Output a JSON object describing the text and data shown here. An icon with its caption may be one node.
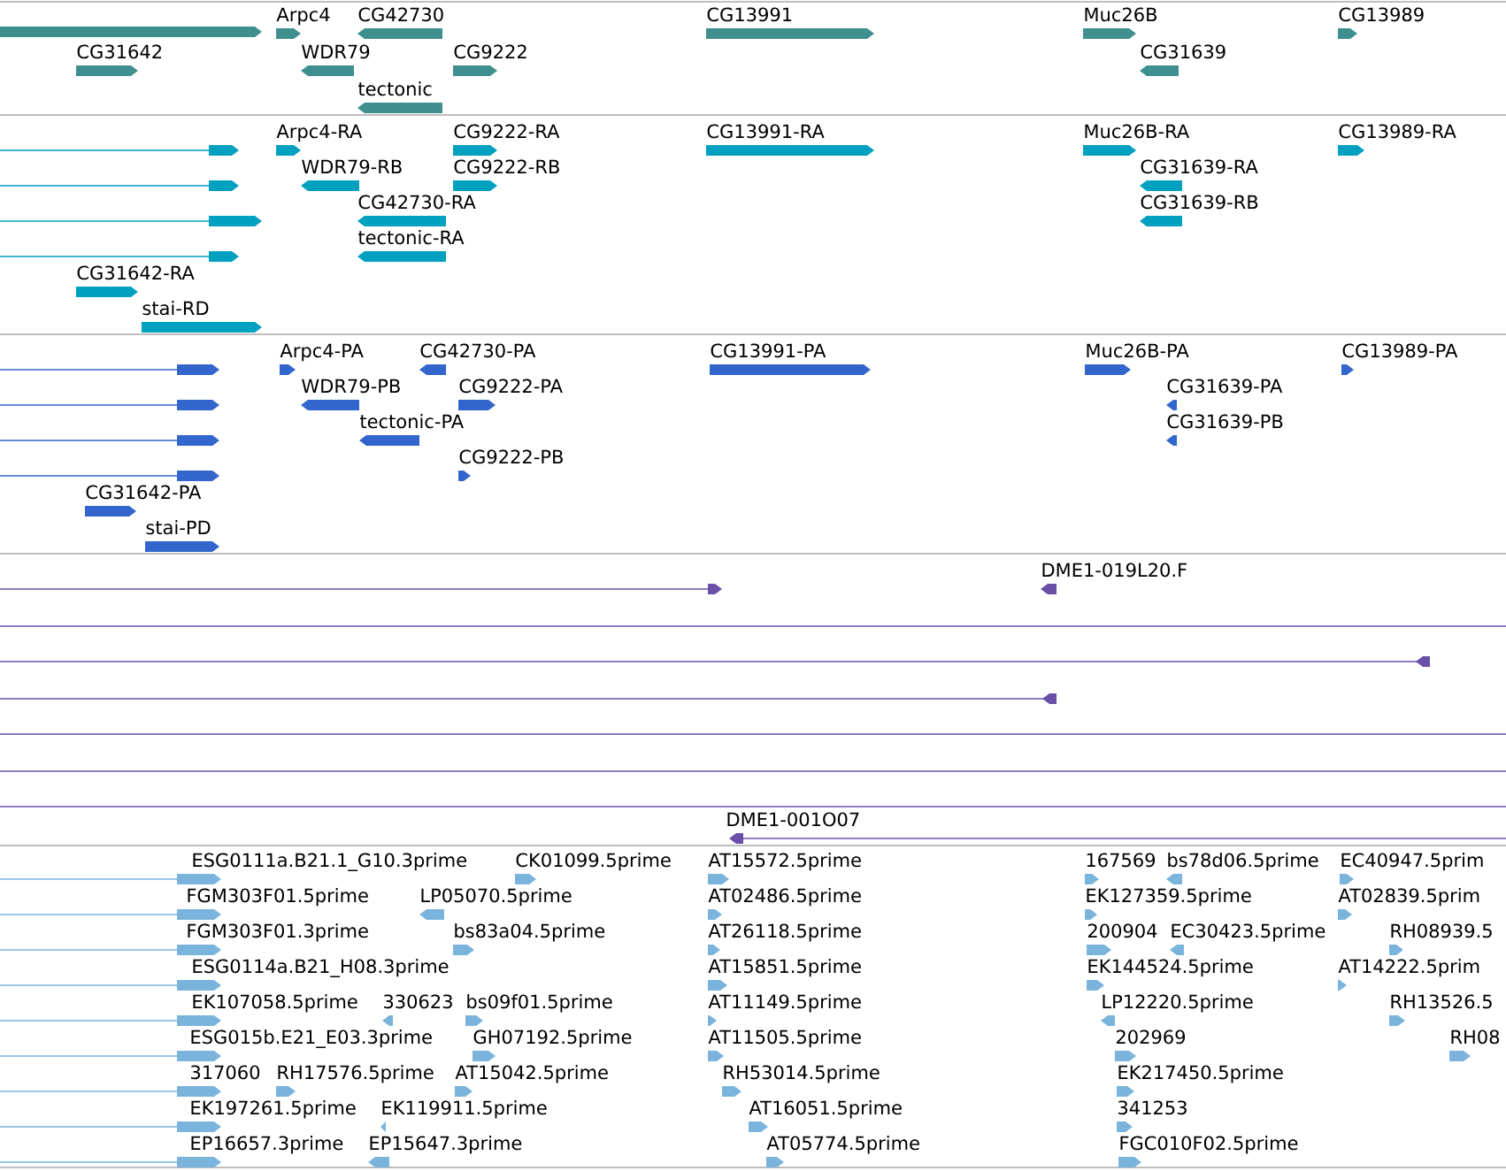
{
  "diagram": {
    "labels": [
      "Arpc4",
      "CG42730",
      "CG13991",
      "Muc26B",
      "CG13989",
      "CG31642",
      "WDR79",
      "CG9222",
      "CG31639",
      "tectonic",
      "Arpc4-RA",
      "CG9222-RA",
      "CG13991-RA",
      "Muc26B-RA",
      "CG13989-RA",
      "WDR79-RB",
      "CG9222-RB",
      "CG31639-RA",
      "CG42730-RA",
      "CG31639-RB",
      "tectonic-RA",
      "CG31642-RA",
      "stai-RD",
      "Arpc4-PA",
      "CG42730-PA",
      "CG13991-PA",
      "Muc26B-PA",
      "CG13989-PA",
      "WDR79-PB",
      "CG9222-PA",
      "CG31639-PA",
      "tectonic-PA",
      "CG31639-PB",
      "CG9222-PB",
      "CG31642-PA",
      "stai-PD",
      "DME1-019L20.F",
      "DME1-001O07",
      "ESG0111a.B21.1_G10.3prime",
      "CK01099.5prime",
      "AT15572.5prime",
      "167569",
      "bs78d06.5prime",
      "EC40947.5prim",
      "FGM303F01.5prime",
      "LP05070.5prime",
      "AT02486.5prime",
      "EK127359.5prime",
      "AT02839.5prim",
      "FGM303F01.3prime",
      "bs83a04.5prime",
      "AT26118.5prime",
      "200904",
      "EC30423.5prime",
      "RH08939.5",
      "ESG0114a.B21_H08.3prime",
      "AT15851.5prime",
      "EK144524.5prime",
      "AT14222.5prim",
      "EK107058.5prime",
      "330623",
      "bs09f01.5prime",
      "AT11149.5prime",
      "LP12220.5prime",
      "RH13526.5",
      "ESG015b.E21_E03.3prime",
      "GH07192.5prime",
      "AT11505.5prime",
      "202969",
      "RH08",
      "317060",
      "RH17576.5prime",
      "AT15042.5prime",
      "RH53014.5prime",
      "EK217450.5prime",
      "EK197261.5prime",
      "EK119911.5prime",
      "AT16051.5prime",
      "341253",
      "EP16657.3prime",
      "EP15647.3prime",
      "AT05774.5prime",
      "FGC010F02.5prime"
    ]
  }
}
